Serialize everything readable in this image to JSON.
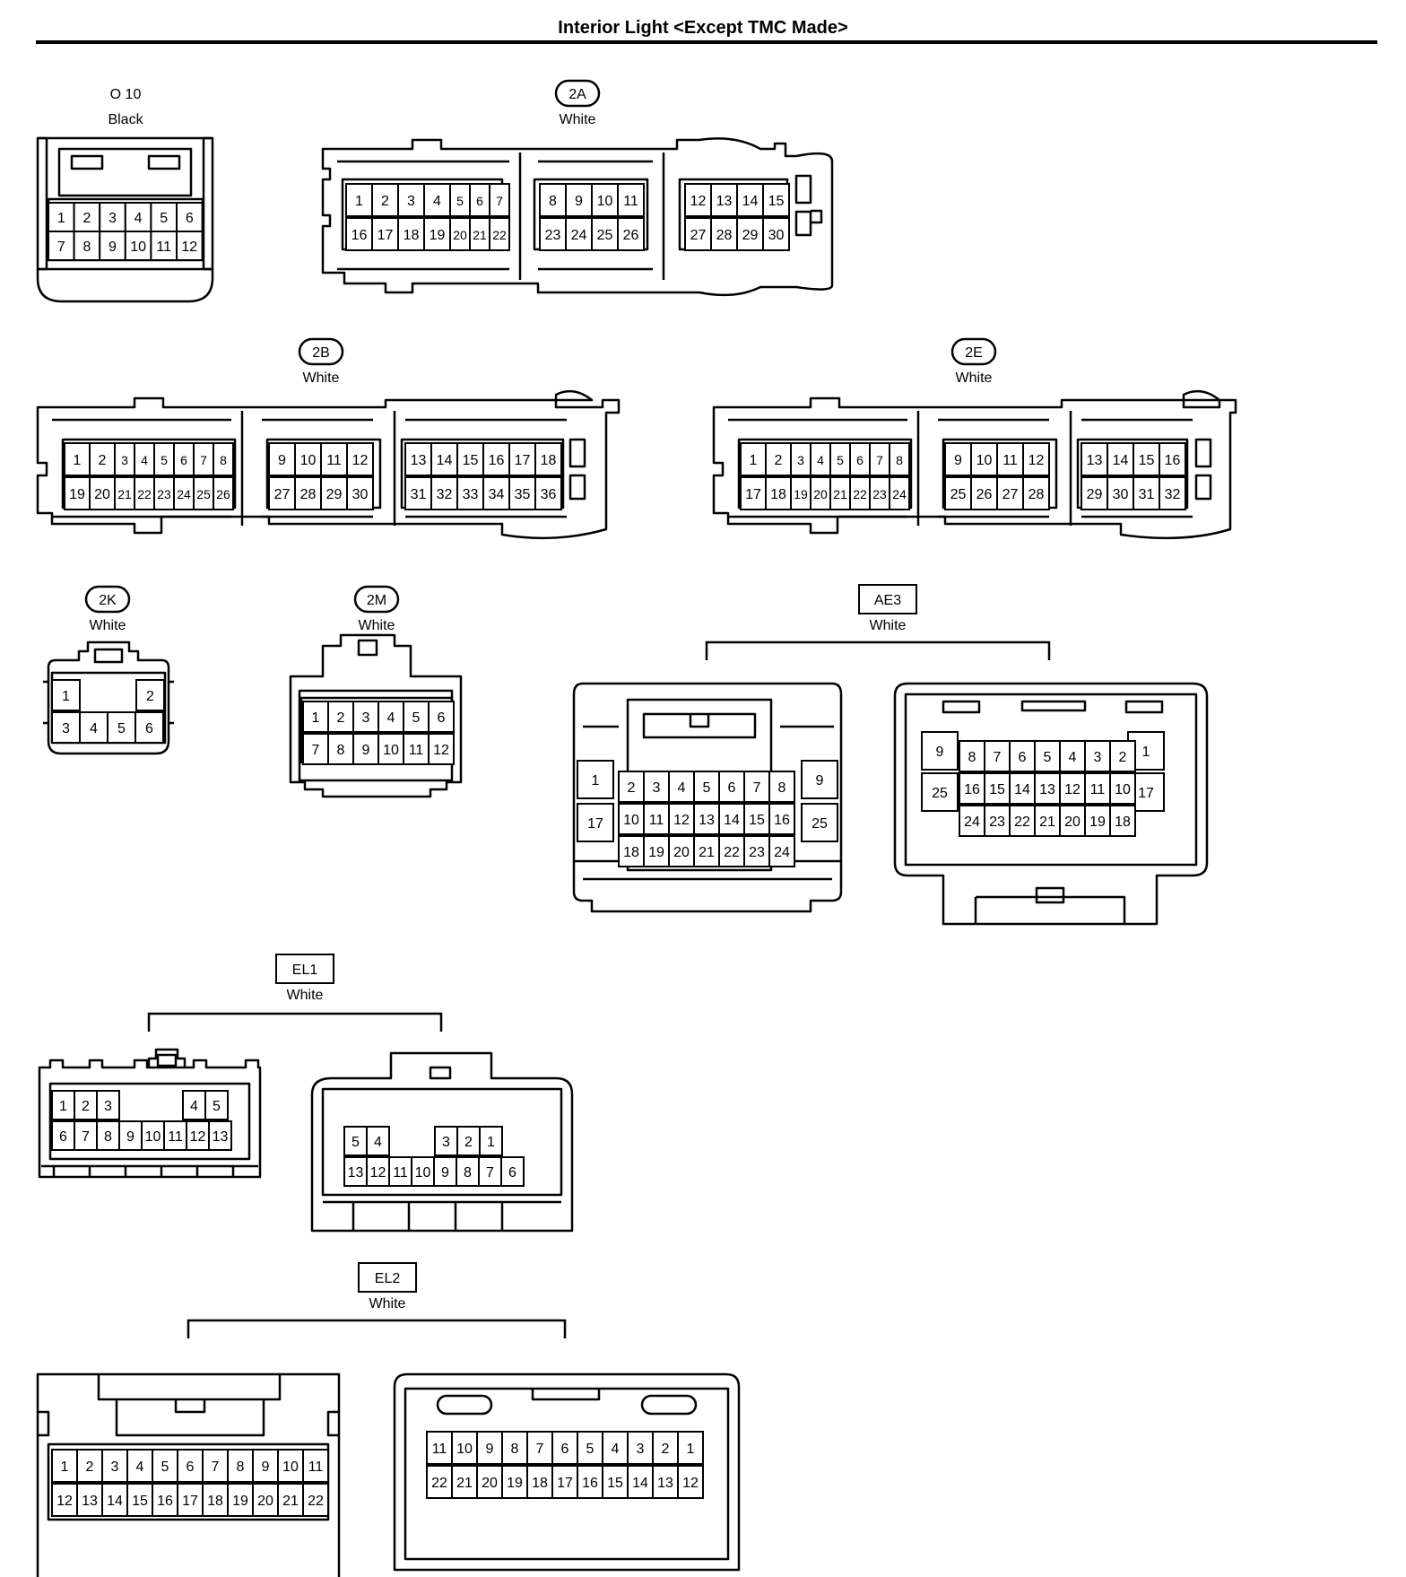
{
  "title": "Interior Light <Except TMC Made>",
  "connectors": [
    {
      "id": "o10",
      "code": "O 10",
      "color": "Black",
      "parts": [
        {
          "rows": [
            [
              "1",
              "2",
              "3",
              "4",
              "5",
              "6"
            ],
            [
              "7",
              "8",
              "9",
              "10",
              "11",
              "12"
            ]
          ]
        }
      ]
    },
    {
      "id": "2a",
      "code": "2A",
      "color": "White",
      "parts": [
        {
          "rows": [
            [
              "1",
              "2",
              "3",
              "4",
              "5",
              "6",
              "7"
            ],
            [
              "16",
              "17",
              "18",
              "19",
              "20",
              "21",
              "22"
            ]
          ]
        },
        {
          "rows": [
            [
              "8",
              "9",
              "10",
              "11"
            ],
            [
              "23",
              "24",
              "25",
              "26"
            ]
          ]
        },
        {
          "rows": [
            [
              "12",
              "13",
              "14",
              "15"
            ],
            [
              "27",
              "28",
              "29",
              "30"
            ]
          ]
        }
      ]
    },
    {
      "id": "2b",
      "code": "2B",
      "color": "White",
      "parts": [
        {
          "rows": [
            [
              "1",
              "2",
              "3",
              "4",
              "5",
              "6",
              "7",
              "8"
            ],
            [
              "19",
              "20",
              "21",
              "22",
              "23",
              "24",
              "25",
              "26"
            ]
          ]
        },
        {
          "rows": [
            [
              "9",
              "10",
              "11",
              "12"
            ],
            [
              "27",
              "28",
              "29",
              "30"
            ]
          ]
        },
        {
          "rows": [
            [
              "13",
              "14",
              "15",
              "16",
              "17",
              "18"
            ],
            [
              "31",
              "32",
              "33",
              "34",
              "35",
              "36"
            ]
          ]
        }
      ]
    },
    {
      "id": "2e",
      "code": "2E",
      "color": "White",
      "parts": [
        {
          "rows": [
            [
              "1",
              "2",
              "3",
              "4",
              "5",
              "6",
              "7",
              "8"
            ],
            [
              "17",
              "18",
              "19",
              "20",
              "21",
              "22",
              "23",
              "24"
            ]
          ]
        },
        {
          "rows": [
            [
              "9",
              "10",
              "11",
              "12"
            ],
            [
              "25",
              "26",
              "27",
              "28"
            ]
          ]
        },
        {
          "rows": [
            [
              "13",
              "14",
              "15",
              "16"
            ],
            [
              "29",
              "30",
              "31",
              "32"
            ]
          ]
        }
      ]
    },
    {
      "id": "2k",
      "code": "2K",
      "color": "White",
      "parts": [
        {
          "rows": [
            [
              "1",
              "2"
            ],
            [
              "3",
              "4",
              "5",
              "6"
            ]
          ]
        }
      ]
    },
    {
      "id": "2m",
      "code": "2M",
      "color": "White",
      "parts": [
        {
          "rows": [
            [
              "1",
              "2",
              "3",
              "4",
              "5",
              "6"
            ],
            [
              "7",
              "8",
              "9",
              "10",
              "11",
              "12"
            ]
          ]
        }
      ]
    },
    {
      "id": "ae3",
      "code": "AE3",
      "color": "White",
      "parts": [
        {
          "rows": [
            [
              "1",
              "9"
            ],
            [
              "17",
              "25"
            ],
            [
              "2",
              "3",
              "4",
              "5",
              "6",
              "7",
              "8"
            ],
            [
              "10",
              "11",
              "12",
              "13",
              "14",
              "15",
              "16"
            ],
            [
              "18",
              "19",
              "20",
              "21",
              "22",
              "23",
              "24"
            ]
          ]
        },
        {
          "rows": [
            [
              "9",
              "1"
            ],
            [
              "25",
              "17"
            ],
            [
              "8",
              "7",
              "6",
              "5",
              "4",
              "3",
              "2"
            ],
            [
              "16",
              "15",
              "14",
              "13",
              "12",
              "11",
              "10"
            ],
            [
              "24",
              "23",
              "22",
              "21",
              "20",
              "19",
              "18"
            ]
          ]
        }
      ]
    },
    {
      "id": "el1",
      "code": "EL1",
      "color": "White",
      "parts": [
        {
          "rows": [
            [
              "1",
              "2",
              "3",
              "4",
              "5"
            ],
            [
              "6",
              "7",
              "8",
              "9",
              "10",
              "11",
              "12",
              "13"
            ]
          ]
        },
        {
          "rows": [
            [
              "5",
              "4",
              "3",
              "2",
              "1"
            ],
            [
              "13",
              "12",
              "11",
              "10",
              "9",
              "8",
              "7",
              "6"
            ]
          ]
        }
      ]
    },
    {
      "id": "el2",
      "code": "EL2",
      "color": "White",
      "parts": [
        {
          "rows": [
            [
              "1",
              "2",
              "3",
              "4",
              "5",
              "6",
              "7",
              "8",
              "9",
              "10",
              "11"
            ],
            [
              "12",
              "13",
              "14",
              "15",
              "16",
              "17",
              "18",
              "19",
              "20",
              "21",
              "22"
            ]
          ]
        },
        {
          "rows": [
            [
              "11",
              "10",
              "9",
              "8",
              "7",
              "6",
              "5",
              "4",
              "3",
              "2",
              "1"
            ],
            [
              "22",
              "21",
              "20",
              "19",
              "18",
              "17",
              "16",
              "15",
              "14",
              "13",
              "12"
            ]
          ]
        }
      ]
    }
  ]
}
